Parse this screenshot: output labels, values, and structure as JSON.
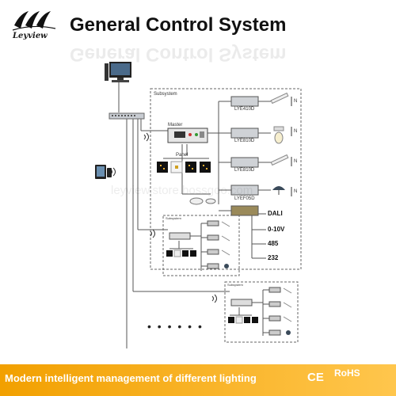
{
  "header": {
    "title": "General Control System",
    "logo_text": "Leyview"
  },
  "diagram": {
    "subsystem_main": "Subsystem",
    "subsystem_small_1": "Subsystem",
    "subsystem_small_2": "Subsystem",
    "master_label": "Master",
    "panel_label": "Panel",
    "modules": [
      "LYE410D",
      "LYE810D",
      "LYE810D",
      "LYEF05D"
    ],
    "n_label": "N",
    "signals": [
      "DALI",
      "0-10V",
      "485",
      "232"
    ],
    "ellipsis": "• • • • • •"
  },
  "watermark": "leyview.store.bossgoo.com",
  "footer": {
    "text": "Modern intelligent management of different lighting",
    "cert_ce": "CE",
    "cert_rohs": "RoHS"
  },
  "colors": {
    "footer_start": "#f2a000",
    "footer_end": "#ffc64d",
    "line": "#555555"
  }
}
